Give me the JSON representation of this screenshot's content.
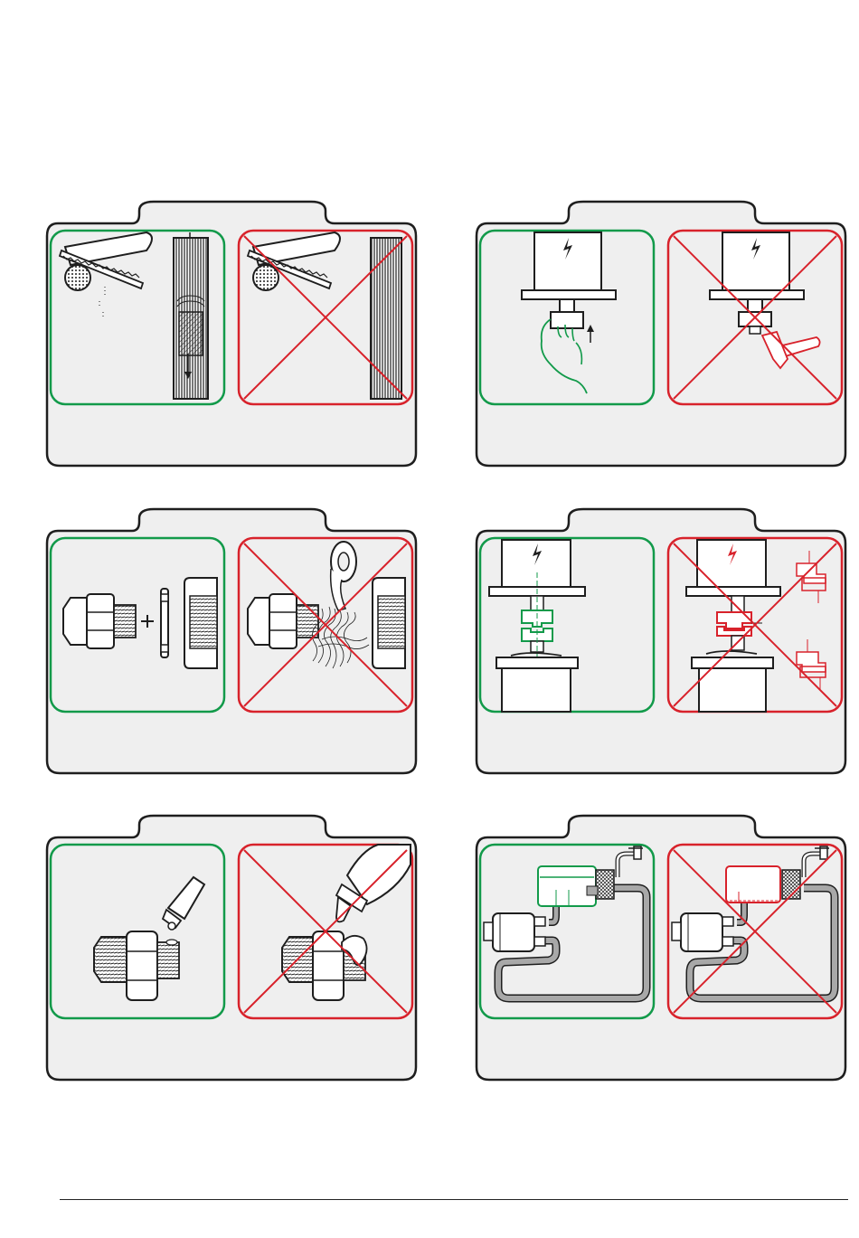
{
  "page": {
    "colors": {
      "correct": "#129a4a",
      "wrong": "#d8222b",
      "card_fill": "#efefef",
      "line": "#1e1e1e"
    }
  },
  "cards": [
    {
      "id": "cutting-pipe",
      "correct_icon": "hacksaw-icon",
      "wrong_icon": "hacksaw-icon"
    },
    {
      "id": "filter-installation",
      "correct_icon": "hand-icon",
      "wrong_icon": "hammer-icon"
    },
    {
      "id": "pipe-thread-seal",
      "correct_icon": "seal-ring-icon",
      "wrong_icon": "tape-roll-icon"
    },
    {
      "id": "coupling-alignment",
      "correct_icon": "coupling-icon",
      "wrong_icon": "coupling-icon"
    },
    {
      "id": "sealant-application",
      "correct_icon": "sealant-tube-icon",
      "wrong_icon": "sealant-tube-icon"
    },
    {
      "id": "pipe-routing",
      "correct_icon": "tank-icon",
      "wrong_icon": "tank-icon"
    }
  ]
}
